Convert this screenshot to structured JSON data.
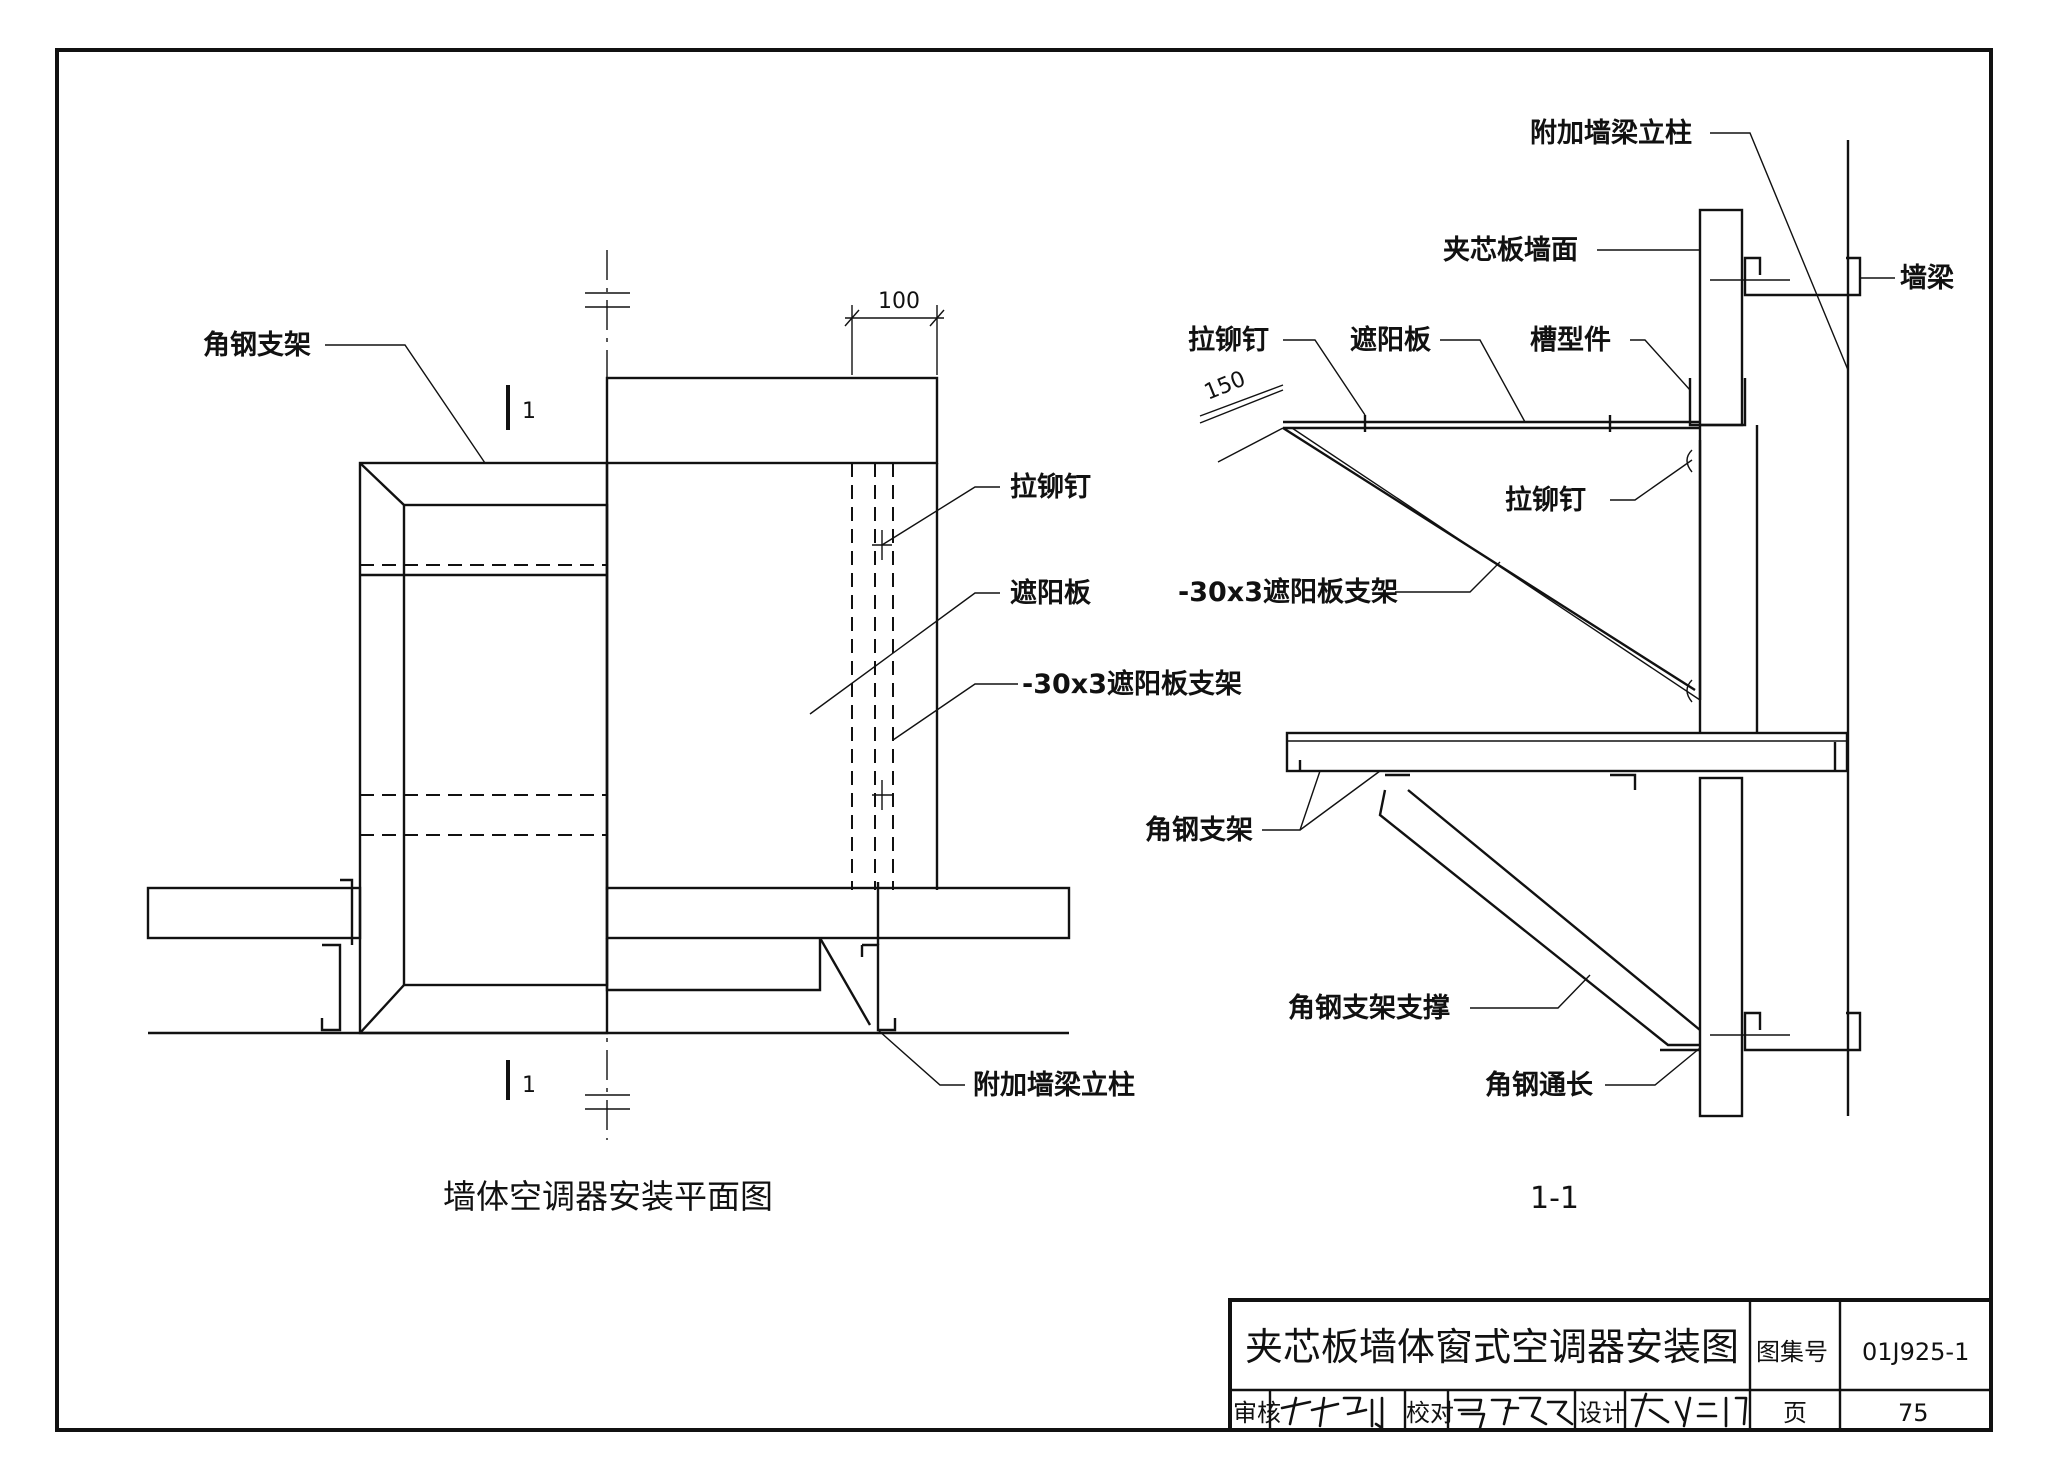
{
  "plan_view": {
    "title": "墙体空调器安装平面图",
    "dim_100": "100",
    "section_mark": "1",
    "labels": {
      "angle_bracket": "角钢支架",
      "rivet": "拉铆钉",
      "sunshade": "遮阳板",
      "sunshade_bracket": "-30x3遮阳板支架",
      "extra_post": "附加墙梁立柱"
    }
  },
  "section_view": {
    "title": "1-1",
    "dim_150": "150",
    "labels": {
      "extra_post": "附加墙梁立柱",
      "sandwich_wall": "夹芯板墙面",
      "wall_beam": "墙梁",
      "rivet_top": "拉铆钉",
      "sunshade": "遮阳板",
      "channel": "槽型件",
      "rivet_mid": "拉铆钉",
      "sunshade_bracket": "-30x3遮阳板支架",
      "angle_bracket": "角钢支架",
      "bracket_brace": "角钢支架支撑",
      "angle_full": "角钢通长"
    }
  },
  "title_block": {
    "drawing_title": "夹芯板墙体窗式空调器安装图",
    "atlas_label": "图集号",
    "atlas_no": "01J925-1",
    "review_label": "审核",
    "check_label": "校对",
    "design_label": "设计",
    "page_label": "页",
    "page_no": "75"
  }
}
